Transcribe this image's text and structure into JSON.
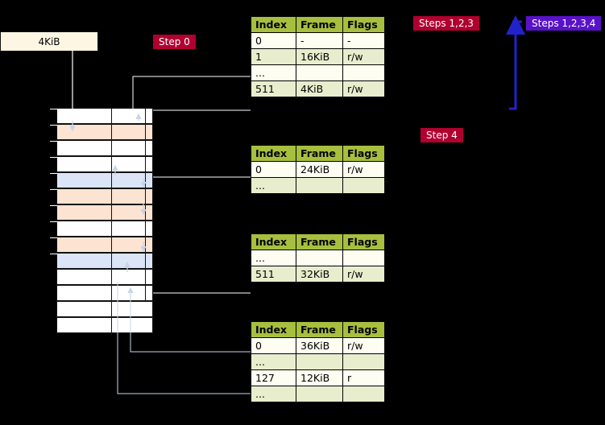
{
  "memory_block": {
    "label": "4KiB"
  },
  "steps": [
    {
      "name": "step-0",
      "label": "Step 0"
    },
    {
      "name": "step-123",
      "label": "Steps 1,2,3"
    },
    {
      "name": "step-1234",
      "label": "Steps 1,2,3,4"
    },
    {
      "name": "step-4",
      "label": "Step 4"
    }
  ],
  "page_tables": [
    {
      "name": "page-table-level-1",
      "headers": [
        "Index",
        "Frame",
        "Flags"
      ],
      "rows": [
        [
          "0",
          "-",
          "-"
        ],
        [
          "1",
          "16KiB",
          "r/w"
        ],
        [
          "...",
          "",
          ""
        ],
        [
          "511",
          "4KiB",
          "r/w"
        ]
      ]
    },
    {
      "name": "page-table-level-2",
      "headers": [
        "Index",
        "Frame",
        "Flags"
      ],
      "rows": [
        [
          "0",
          "24KiB",
          "r/w"
        ],
        [
          "...",
          "",
          ""
        ]
      ]
    },
    {
      "name": "page-table-level-3",
      "headers": [
        "Index",
        "Frame",
        "Flags"
      ],
      "rows": [
        [
          "...",
          "",
          ""
        ],
        [
          "511",
          "32KiB",
          "r/w"
        ]
      ]
    },
    {
      "name": "page-table-level-4",
      "headers": [
        "Index",
        "Frame",
        "Flags"
      ],
      "rows": [
        [
          "0",
          "36KiB",
          "r/w"
        ],
        [
          "...",
          "",
          ""
        ],
        [
          "127",
          "12KiB",
          "r"
        ],
        [
          "...",
          "",
          ""
        ]
      ]
    }
  ],
  "memory_rows": [
    {
      "fill": "mem-w"
    },
    {
      "fill": "mem-o"
    },
    {
      "fill": "mem-w"
    },
    {
      "fill": "mem-w"
    },
    {
      "fill": "mem-b"
    },
    {
      "fill": "mem-o"
    },
    {
      "fill": "mem-o"
    },
    {
      "fill": "mem-w"
    },
    {
      "fill": "mem-o"
    },
    {
      "fill": "mem-b"
    },
    {
      "fill": "mem-w"
    },
    {
      "fill": "mem-w"
    },
    {
      "fill": "mem-w"
    },
    {
      "fill": "mem-w"
    }
  ],
  "colors": {
    "header_green": "#a6bf3f",
    "row_alt": "#e8eecd",
    "step_red": "#b00030",
    "step_purple": "#5a12c8",
    "memory_orange": "#fde3d2",
    "memory_blue": "#dbe5f7",
    "arrow_blue": "#2222cc",
    "arrow_light": "#c8d4e8"
  }
}
